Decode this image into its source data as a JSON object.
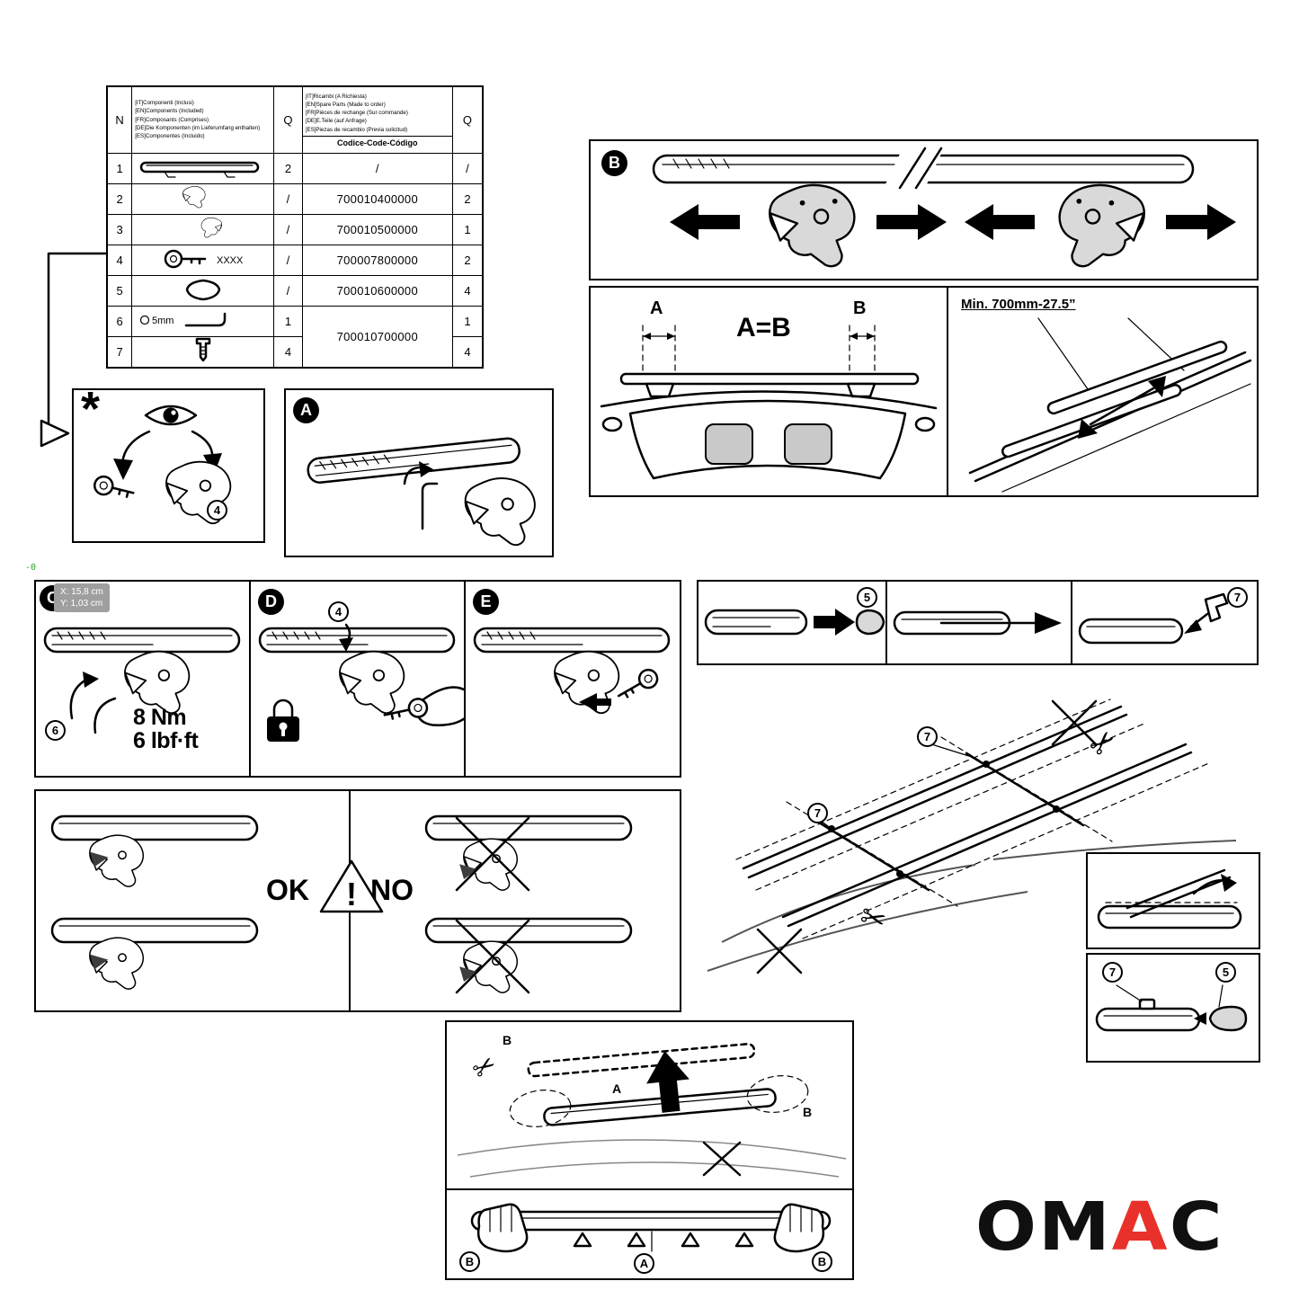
{
  "doc": {
    "bg": "#ffffff",
    "accent_red": "#e8312a",
    "line_color": "#000000"
  },
  "parts_table": {
    "col_n": "N",
    "col_q_included": "Q",
    "col_q_spare": "Q",
    "included_header": [
      "[IT]Componenti (Inclusi)",
      "[EN]Components (Included)",
      "[FR]Composants (Comprises)",
      "[DE]Die Komponenten (im Lieferumfang enthalten)",
      "[ES]Componentes (Incluido)"
    ],
    "spare_header": [
      "[IT]Ricambi (A Richiesta)",
      "[EN]Spare Parts (Made to order)",
      "[FR]Pièces de rechange (Sur commande)",
      "[DE]E.Teile (auf Anfrage)",
      "[ES]Piezas de recambio (Previa solicitud)"
    ],
    "code_header": "Codice-Code-Código",
    "rows": [
      {
        "n": "1",
        "q_included": "2",
        "code": "/",
        "q_spare": "/",
        "part": "crossbar"
      },
      {
        "n": "2",
        "q_included": "/",
        "code": "700010400000",
        "q_spare": "2",
        "part": "clamp-left"
      },
      {
        "n": "3",
        "q_included": "/",
        "code": "700010500000",
        "q_spare": "1",
        "part": "clamp-right"
      },
      {
        "n": "4",
        "q_included": "/",
        "code": "700007800000",
        "q_spare": "2",
        "part": "key",
        "note": "XXXX"
      },
      {
        "n": "5",
        "q_included": "/",
        "code": "700010600000",
        "q_spare": "4",
        "part": "end-cap"
      },
      {
        "n": "6",
        "q_included": "1",
        "code": "700010700000",
        "q_spare": "1",
        "part": "allen-key",
        "note": "5mm"
      },
      {
        "n": "7",
        "q_included": "4",
        "q_spare": "4",
        "part": "screw"
      }
    ]
  },
  "step_labels": {
    "star": "*",
    "a": "A",
    "b": "B",
    "c": "C",
    "d": "D",
    "e": "E"
  },
  "part_refs": {
    "n4": "4",
    "n5": "5",
    "n6": "6",
    "n7": "7"
  },
  "measure": {
    "dim_a": "A",
    "dim_b": "B",
    "equals": "A=B",
    "min_distance": "Min. 700mm-27.5”"
  },
  "torque": {
    "line1": "8 Nm",
    "line2": "6 lbf·ft"
  },
  "verdict": {
    "ok": "OK",
    "no": "NO",
    "warning": "!"
  },
  "cursor_tooltip": {
    "x": "X: 15,8 cm",
    "y": "Y: 1,03 cm"
  },
  "screen_marker": "-0",
  "install": {
    "a": "A",
    "b": "B"
  },
  "icons": {
    "scissors": "✂"
  },
  "logo": {
    "part1": "OM",
    "part2": "A",
    "part3": "C"
  }
}
